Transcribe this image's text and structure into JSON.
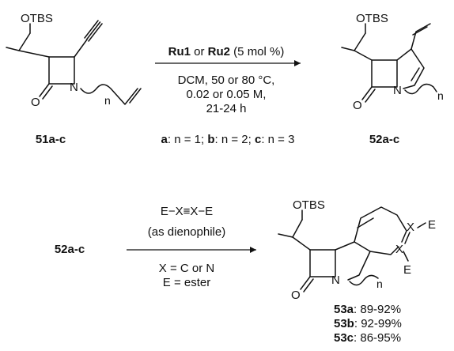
{
  "top": {
    "start": {
      "otbs": "OTBS",
      "o": "O",
      "n": "N",
      "sub": "n",
      "id": "51a-c"
    },
    "conditions": {
      "cat1": "Ru1",
      "or": " or ",
      "cat2": "Ru2",
      "loading": " (5 mol %)",
      "line1": "DCM, 50 or 80 °C,",
      "line2": "0.02 or 0.05 M,",
      "line3": "21-24 h"
    },
    "variants": {
      "a": "a",
      "a_text": ": n = 1; ",
      "b": "b",
      "b_text": ": n = 2; ",
      "c": "c",
      "c_text": ": n = 3"
    },
    "product": {
      "otbs": "OTBS",
      "o": "O",
      "n": "N",
      "sub": "n",
      "id": "52a-c"
    }
  },
  "bottom": {
    "start_id": "52a-c",
    "reagent": {
      "formula": "E−X≡X−E",
      "role": "(as dienophile)",
      "x_def": "X = C or N",
      "e_def": "E = ester"
    },
    "product": {
      "otbs": "OTBS",
      "o": "O",
      "n": "N",
      "sub": "n",
      "x_upper": "X",
      "x_lower": "X",
      "e_upper": "E",
      "e_lower": "E",
      "yields": [
        {
          "id": "53a",
          "value": ": 89-92%"
        },
        {
          "id": "53b",
          "value": ": 92-99%"
        },
        {
          "id": "53c",
          "value": ": 86-95%"
        }
      ]
    }
  }
}
